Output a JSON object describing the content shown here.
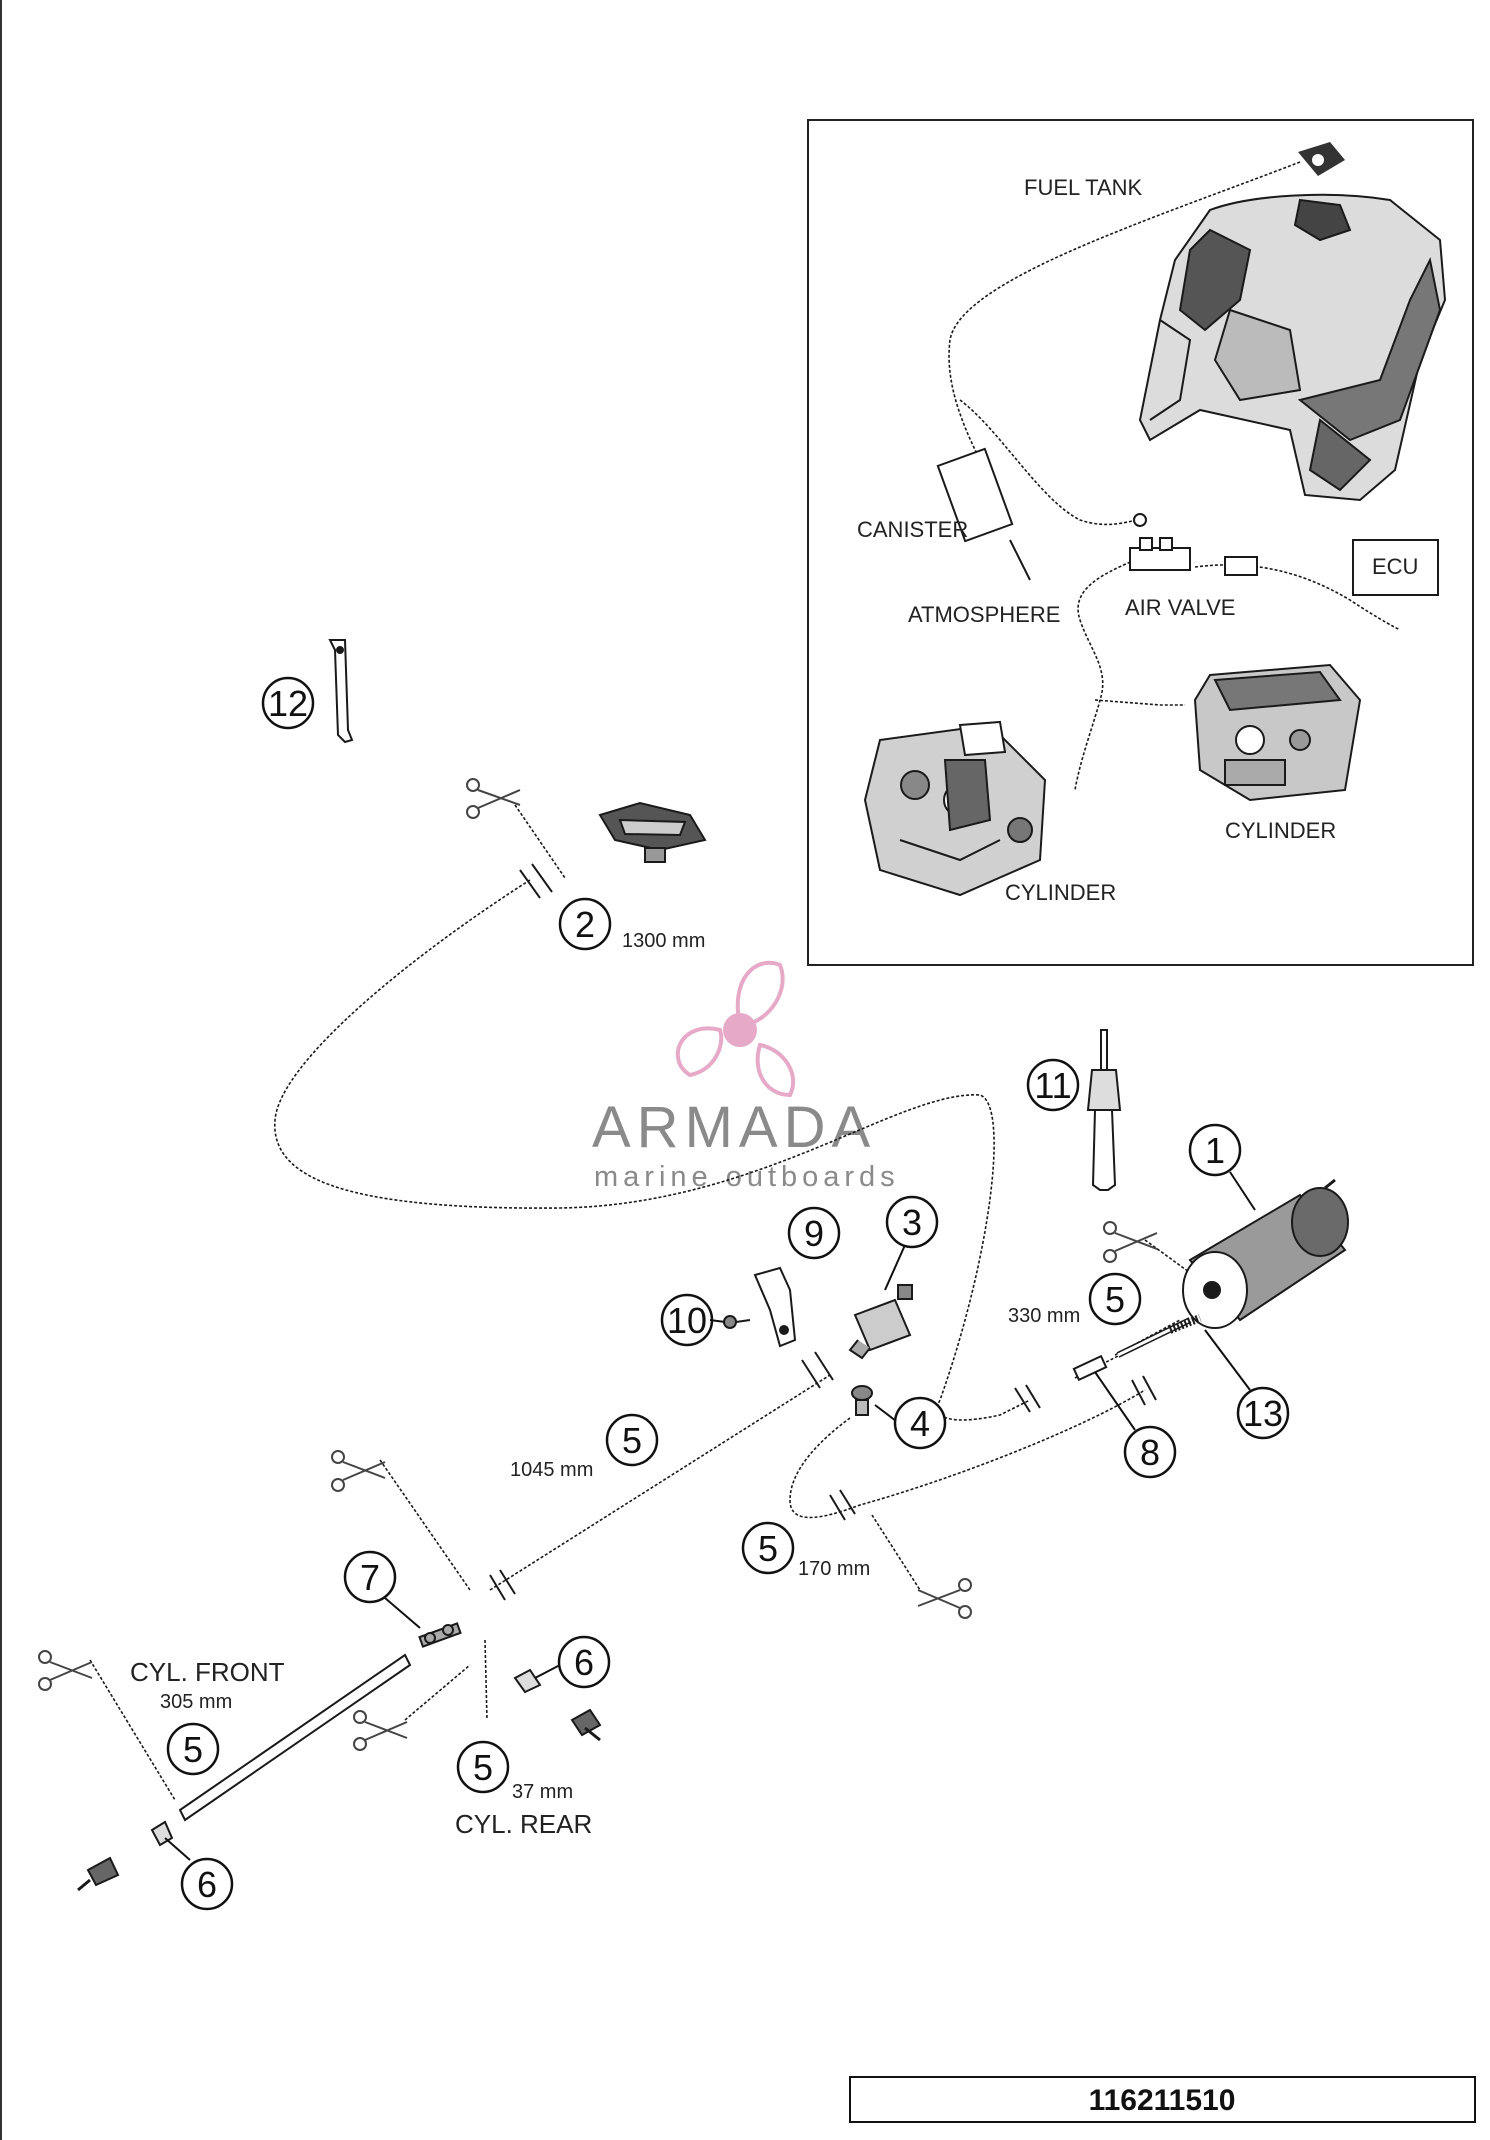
{
  "inset": {
    "fuel_tank": "FUEL TANK",
    "canister": "CANISTER",
    "atmosphere": "ATMOSPHERE",
    "air_valve": "AIR VALVE",
    "ecu": "ECU",
    "cylinder_right": "CYLINDER",
    "cylinder_left": "CYLINDER"
  },
  "callouts": {
    "c1": "1",
    "c2": "2",
    "c3": "3",
    "c4": "4",
    "c5a": "5",
    "c5b": "5",
    "c5c": "5",
    "c5d": "5",
    "c5e": "5",
    "c6a": "6",
    "c6b": "6",
    "c7": "7",
    "c8": "8",
    "c9": "9",
    "c10": "10",
    "c11": "11",
    "c12": "12",
    "c13": "13"
  },
  "lengths": {
    "l1300": "1300 mm",
    "l330": "330 mm",
    "l1045": "1045 mm",
    "l170": "170 mm",
    "l305": "305 mm",
    "l37": "37 mm"
  },
  "labels": {
    "cyl_front": "CYL. FRONT",
    "cyl_rear": "CYL. REAR"
  },
  "watermark": {
    "brand": "ARMADA",
    "sub": "marine outboards"
  },
  "part_number": "116211510",
  "colors": {
    "line": "#1a1a1a",
    "watermark_pink": "#e6a9c8",
    "watermark_gray": "#8a8a8a"
  }
}
